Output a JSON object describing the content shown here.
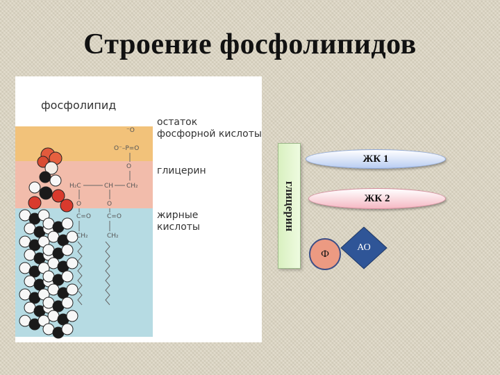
{
  "slide": {
    "title": "Строение фосфолипидов"
  },
  "figure": {
    "title": "фосфолипид",
    "label_phosphate": "остаток\nфосфорной кислоты",
    "label_glycerol": "глицерин",
    "label_fatty_acids": "жирные\nкислоты",
    "formula_tokens": {
      "o_minus": "⁻O",
      "o_top": "O",
      "o_p": "O⁻–P=O",
      "h2c": "H₂C",
      "ch": "CH",
      "ch2": "CH₂",
      "o1": "O",
      "o2": "O",
      "c1": "C=O",
      "c2": "C=O",
      "ch2a": "CH₂",
      "ch2b": "CH₂"
    },
    "colors": {
      "phosphate_band": "#f2c27a",
      "glycerol_band": "#f2bcab",
      "fatty_band": "#b6dbe3"
    }
  },
  "scheme": {
    "glycerol": "глицерин",
    "fatty_acid_1": "ЖК 1",
    "fatty_acid_2": "ЖК 2",
    "phosphate": "Ф",
    "amino_alcohol": "АО",
    "colors": {
      "glycerol_bar": "#e3f5cf",
      "fa1": "#b9cdf2",
      "fa2": "#f5b9c4",
      "phosphate_circle": "#ec9a82",
      "ao_diamond": "#2f5597"
    }
  }
}
